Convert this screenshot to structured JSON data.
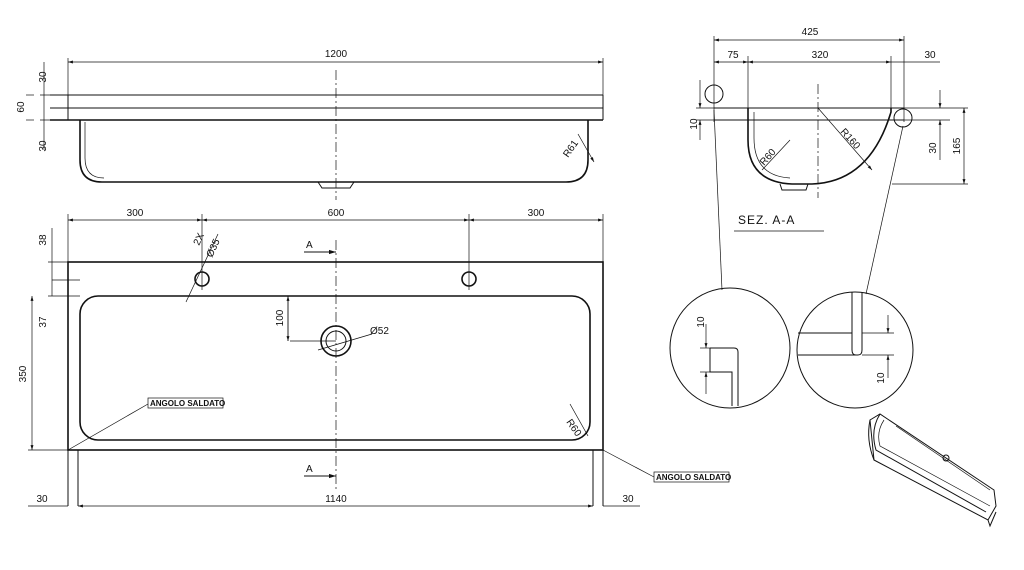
{
  "top_view": {
    "overall_width": "1200",
    "rim_thickness": "30",
    "rim_height": "60",
    "bottom_height": "30",
    "radius": "R61"
  },
  "plan_view": {
    "left_offset": "300",
    "middle_span": "600",
    "right_offset": "300",
    "tap_hole_note": "2X",
    "tap_hole_diameter": "Ø35",
    "back_depth": "38",
    "back_lower": "37",
    "basin_depth": "350",
    "drain_offset": "100",
    "drain_diameter": "Ø52",
    "corner_radius": "R60",
    "section_marker": "A",
    "welded_corner_label": "ANGOLO SALDATO",
    "left_margin": "30",
    "inner_width": "1140",
    "right_margin": "30"
  },
  "section_view": {
    "overall_width": "425",
    "left_part": "75",
    "middle_part": "320",
    "right_part": "30",
    "left_height": "10",
    "rim_height": "30",
    "total_height": "165",
    "radius_small": "R60",
    "radius_large": "R160",
    "title": "SEZ. A-A"
  },
  "detail_views": {
    "left_dimension": "10",
    "right_dimension": "10"
  }
}
